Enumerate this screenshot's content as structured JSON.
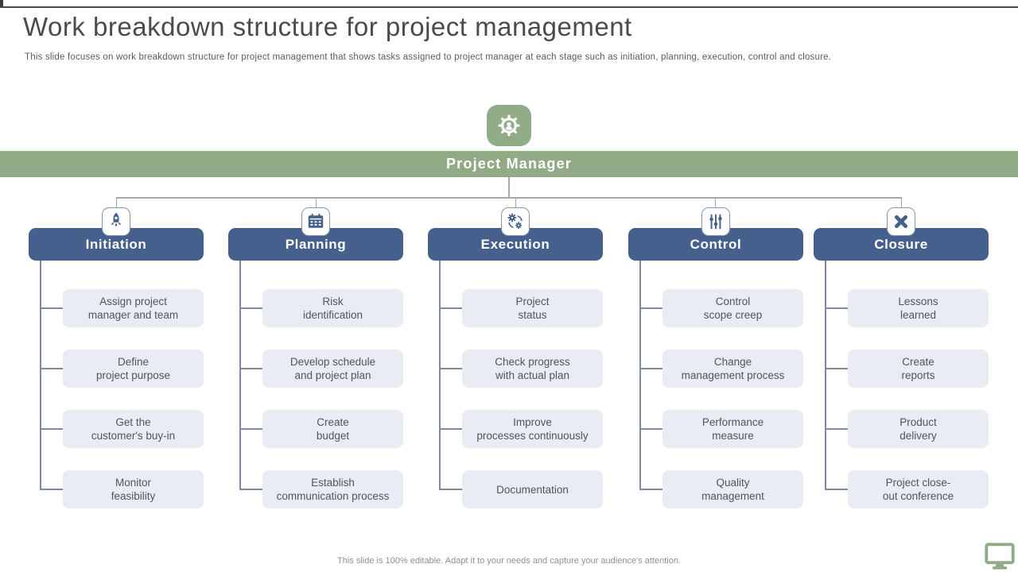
{
  "slide": {
    "title": "Work breakdown structure for project management",
    "subtitle": "This slide focuses on work breakdown structure for project management that shows tasks assigned to project manager at each stage such as initiation, planning, execution, control and closure.",
    "footer": "This slide is 100% editable. Adapt it to your needs and capture your audience's attention."
  },
  "root": {
    "label": "Project Manager",
    "icon": "manager-gear-icon"
  },
  "columns": [
    {
      "header": "Initiation",
      "icon": "rocket-icon",
      "tasks": [
        "Assign project\nmanager and team",
        "Define\nproject purpose",
        "Get the\ncustomer's buy-in",
        "Monitor\nfeasibility"
      ]
    },
    {
      "header": "Planning",
      "icon": "calendar-icon",
      "tasks": [
        "Risk\nidentification",
        "Develop schedule\nand project plan",
        "Create\nbudget",
        "Establish\ncommunication process"
      ]
    },
    {
      "header": "Execution",
      "icon": "process-gears-icon",
      "tasks": [
        "Project\nstatus",
        "Check progress\nwith actual plan",
        "Improve\nprocesses continuously",
        "Documentation"
      ]
    },
    {
      "header": "Control",
      "icon": "sliders-icon",
      "tasks": [
        "Control\nscope creep",
        "Change\nmanagement process",
        "Performance\nmeasure",
        "Quality\nmanagement"
      ]
    },
    {
      "header": "Closure",
      "icon": "close-x-icon",
      "tasks": [
        "Lessons\nlearned",
        "Create\nreports",
        "Product\ndelivery",
        "Project close-\nout conference"
      ]
    }
  ],
  "decorations": {
    "bottom_right_icon": "monitor-icon"
  },
  "colors": {
    "accent_green": "#90ab86",
    "accent_blue": "#45608c",
    "task_box_bg": "#e9ecf3",
    "root_connector": "#a2aba2",
    "column_connector": "#7c89a0",
    "title_text": "#4b4b4b",
    "footer_text": "#909090"
  }
}
